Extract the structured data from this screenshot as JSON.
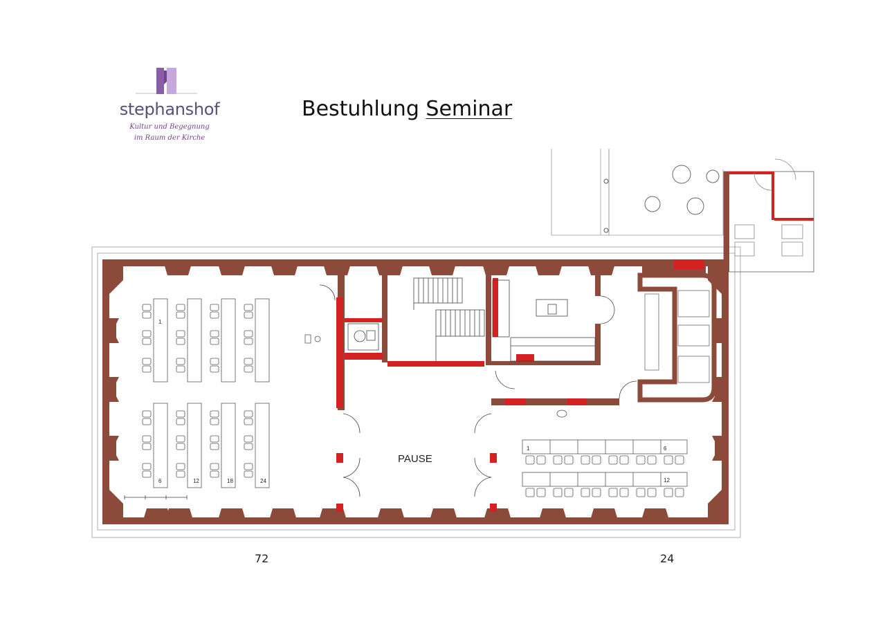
{
  "header": {
    "logo_name": "stephanshof",
    "logo_tagline_1": "Kultur und Begegnung",
    "logo_tagline_2": "im Raum der Kirche",
    "title_part1": "Bestuhlung",
    "title_part2": "Seminar",
    "brand_color": "#8a5da8",
    "brand_color_light": "#c7a8dc"
  },
  "plan": {
    "wall_color": "#8b4a3a",
    "accent_color": "#d42121",
    "room_label_pause": "PAUSE",
    "left_table_labels": [
      "1",
      "6",
      "12",
      "18",
      "24"
    ],
    "right_table_labels": [
      "1",
      "6",
      "12"
    ]
  },
  "footer": {
    "left_count": "72",
    "right_count": "24"
  }
}
